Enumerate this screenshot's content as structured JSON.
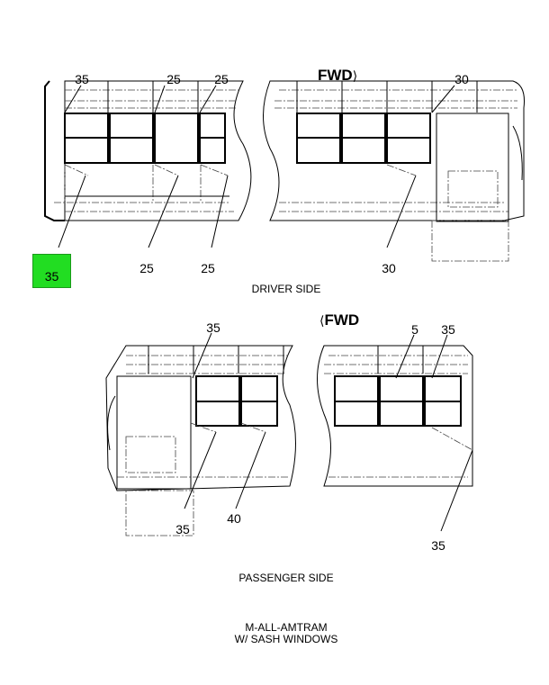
{
  "driver_side": {
    "fwd_label": "FWD",
    "caption": "DRIVER SIDE",
    "callouts_top": [
      "35",
      "25",
      "25",
      "30"
    ],
    "callouts_bottom": [
      "35",
      "25",
      "25",
      "30"
    ],
    "highlighted_callout": "35",
    "highlight_color": "#22dd22"
  },
  "passenger_side": {
    "fwd_label": "FWD",
    "caption": "PASSENGER SIDE",
    "callouts_top": [
      "35",
      "5",
      "35"
    ],
    "callouts_bottom": [
      "35",
      "40",
      "35"
    ]
  },
  "footer": {
    "line1": "M-ALL-AMTRAM",
    "line2": "W/ SASH WINDOWS"
  }
}
